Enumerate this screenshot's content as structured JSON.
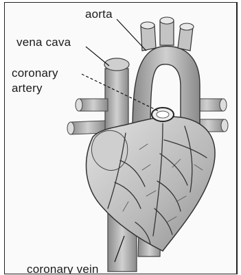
{
  "labels": {
    "aorta": "aorta",
    "vena_cava": "vena cava",
    "coronary_artery_line1": "coronary",
    "coronary_artery_line2": "artery",
    "coronary_vein": "coronary vein"
  },
  "colors": {
    "ink": "#1a1a1a",
    "shade": "#9a9a9a",
    "light": "#d6d6d6",
    "background": "#fafafa"
  }
}
